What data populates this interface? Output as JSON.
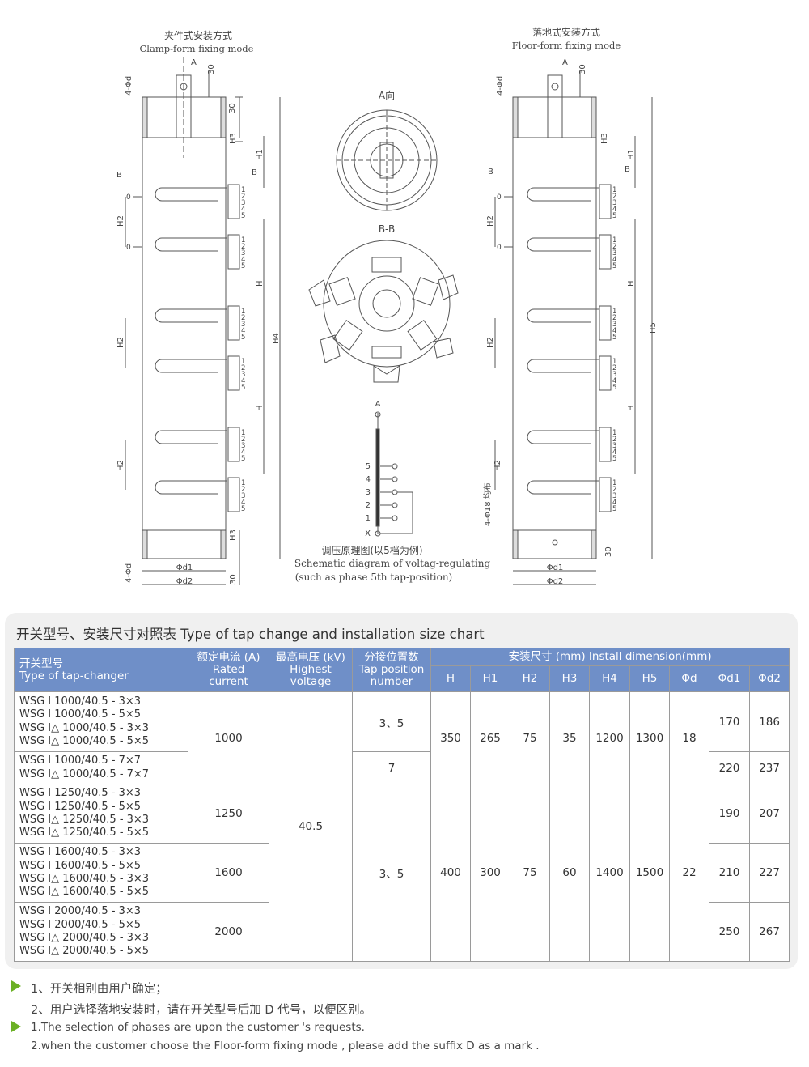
{
  "drawing": {
    "left_title_cn": "夹件式安装方式",
    "left_title_en": "Clamp-form fixing mode",
    "right_title_cn": "落地式安装方式",
    "right_title_en": "Floor-form fixing mode",
    "view_a": "A向",
    "section_bb": "B-B",
    "schematic_cn": "调压原理图(以5档为例)",
    "schematic_en1": "Schematic diagram of voltag-regulating",
    "schematic_en2": "(such as phase 5th tap-position)",
    "dim_labels": {
      "a": "A",
      "b": "B",
      "d30": "30",
      "four_phi_d": "4-Φd",
      "h1": "H1",
      "h2": "H2",
      "h3": "H3",
      "h": "H",
      "h4": "H4",
      "h5": "H5",
      "phi_d1": "Φd1",
      "phi_d2": "Φd2",
      "four_phi18": "4-Φ18 均布",
      "zero": "0",
      "x": "X"
    },
    "tap_numbers": [
      "1",
      "2",
      "3",
      "4",
      "5"
    ]
  },
  "chart": {
    "title": "开关型号、安装尺寸对照表   Type of tap change and installation size chart",
    "headers": {
      "type_cn": "开关型号",
      "type_en": "Type of tap-changer",
      "current_cn": "额定电流 (A)",
      "current_en1": "Rated",
      "current_en2": "current",
      "voltage_cn": "最高电压 (kV)",
      "voltage_en1": "Highest",
      "voltage_en2": "voltage",
      "tap_cn": "分接位置数",
      "tap_en1": "Tap position",
      "tap_en2": "number",
      "install": "安装尺寸 (mm)  Install dimension(mm)",
      "dims": [
        "H",
        "H1",
        "H2",
        "H3",
        "H4",
        "H5",
        "Φd",
        "Φd1",
        "Φd2"
      ]
    },
    "groups": [
      {
        "rows": [
          {
            "models": [
              "WSG Ⅰ 1000/40.5 - 3×3",
              "WSG Ⅰ 1000/40.5 - 5×5",
              "WSG Ⅰ△ 1000/40.5 - 3×3",
              "WSG Ⅰ△ 1000/40.5 - 5×5"
            ],
            "tap": "3、5",
            "d1": "170",
            "d2": "186"
          },
          {
            "models": [
              "WSG Ⅰ 1000/40.5 - 7×7",
              "WSG Ⅰ△ 1000/40.5 - 7×7"
            ],
            "tap": "7",
            "d1": "220",
            "d2": "237"
          }
        ],
        "current": "1000",
        "H": "350",
        "H1": "265",
        "H2": "75",
        "H3": "35",
        "H4": "1200",
        "H5": "1300",
        "d": "18"
      },
      {
        "rows": [
          {
            "models": [
              "WSG Ⅰ 1250/40.5 - 3×3",
              "WSG Ⅰ 1250/40.5 - 5×5",
              "WSG Ⅰ△ 1250/40.5 - 3×3",
              "WSG Ⅰ△ 1250/40.5 - 5×5"
            ],
            "current": "1250",
            "d1": "190",
            "d2": "207"
          },
          {
            "models": [
              "WSG Ⅰ 1600/40.5 - 3×3",
              "WSG Ⅰ 1600/40.5 - 5×5",
              "WSG Ⅰ△ 1600/40.5 - 3×3",
              "WSG Ⅰ△ 1600/40.5 - 5×5"
            ],
            "current": "1600",
            "d1": "210",
            "d2": "227"
          },
          {
            "models": [
              "WSG Ⅰ 2000/40.5 - 3×3",
              "WSG Ⅰ 2000/40.5 - 5×5",
              "WSG Ⅰ△ 2000/40.5 - 3×3",
              "WSG Ⅰ△ 2000/40.5 - 5×5"
            ],
            "current": "2000",
            "d1": "250",
            "d2": "267"
          }
        ],
        "tap": "3、5",
        "H": "400",
        "H1": "300",
        "H2": "75",
        "H3": "60",
        "H4": "1400",
        "H5": "1500",
        "d": "22"
      }
    ],
    "voltage": "40.5"
  },
  "notes": {
    "cn1": "1、开关相别由用户确定；",
    "cn2": "2、用户选择落地安装时，请在开关型号后加 D 代号，以便区别。",
    "en1": "1.The selection of phases are upon the customer 's requests.",
    "en2": "2.when the customer choose the Floor-form fixing mode , please add the suffix D as a mark ."
  },
  "colors": {
    "header_bg": "#6f8fc8",
    "panel_bg": "#f0f0f0",
    "bullet": "#6bb024"
  }
}
